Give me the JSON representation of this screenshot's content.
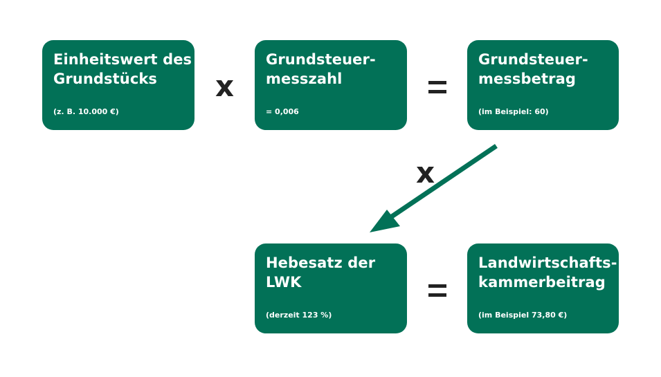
{
  "diagram": {
    "colors": {
      "box_fill": "#027157",
      "box_text": "#ffffff",
      "operator": "#222222",
      "arrow": "#027157"
    },
    "boxes": [
      {
        "id": "einheitswert",
        "title_line1": "Einheitswert des",
        "title_line2": "Grundstücks",
        "note": "(z. B. 10.000 €)"
      },
      {
        "id": "messzahl",
        "title_line1": "Grundsteuer-",
        "title_line2": "messzahl",
        "note": "= 0,006"
      },
      {
        "id": "messbetrag",
        "title_line1": "Grundsteuer-",
        "title_line2": "messbetrag",
        "note": "(im Beispiel: 60)"
      },
      {
        "id": "hebesatz",
        "title_line1": "Hebesatz der",
        "title_line2": "LWK",
        "note": "(derzeit 123 %)"
      },
      {
        "id": "kammerbeitrag",
        "title_line1": "Landwirtschafts-",
        "title_line2": "kammerbeitrag",
        "note": "(im Beispiel 73,80 €)"
      }
    ],
    "operators": {
      "multiply_1": "x",
      "equals_1": "=",
      "multiply_2": "x",
      "equals_2": "="
    },
    "arrow": {
      "from": "messbetrag",
      "to": "hebesatz",
      "direction": "down-left"
    }
  }
}
